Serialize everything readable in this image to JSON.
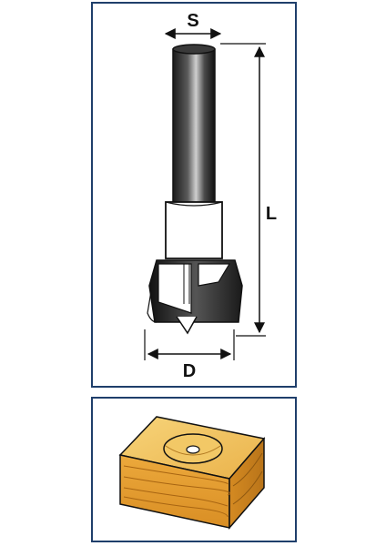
{
  "labels": {
    "shank_diameter": "S",
    "overall_length": "L",
    "cutting_diameter": "D"
  },
  "colors": {
    "frame": "#1f3f6b",
    "wood_light": "#f6c95c",
    "wood_mid": "#e9a93a",
    "wood_dark": "#b87418",
    "steel_dark": "#2a2a2a"
  },
  "icons": {
    "tool": "hinge-boring-bit-icon",
    "workpiece": "wood-block-bore-icon"
  }
}
